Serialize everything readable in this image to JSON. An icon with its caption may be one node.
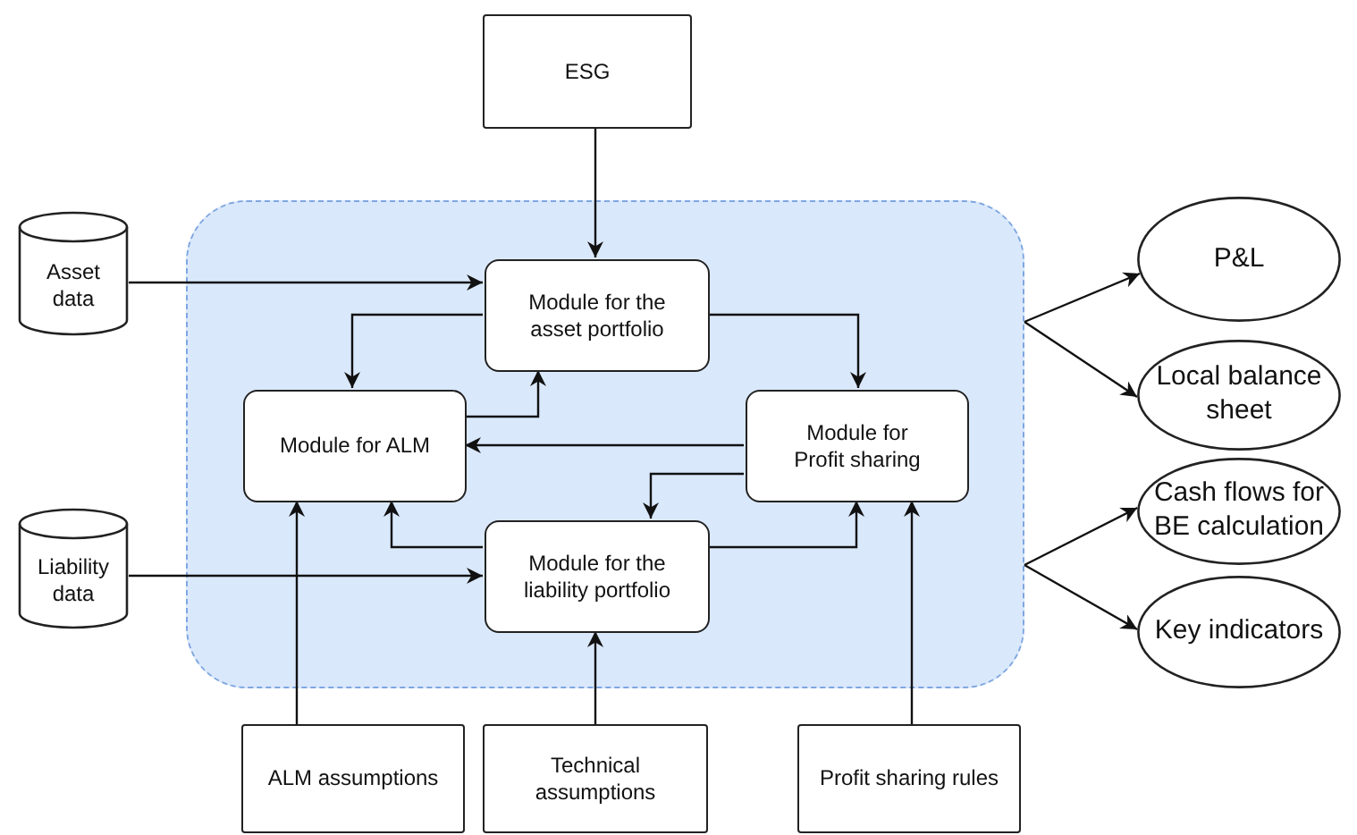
{
  "diagram": {
    "nodes": [
      {
        "text": [
          "ESG"
        ]
      },
      {
        "text": [
          "Asset data"
        ]
      },
      {
        "text": [
          "Liability data"
        ]
      },
      {
        "text": [],
        "shape": "box"
      },
      {
        "text": [
          "Module for the asset portfolio"
        ],
        "in": 3
      },
      {
        "text": [
          "Module for ALM"
        ],
        "in": 3
      },
      {
        "text": [
          "Module for Profit sharing"
        ],
        "in": 3
      },
      {
        "text": [
          "Module for the liability portfolio"
        ],
        "in": 3
      },
      {
        "text": [
          "ALM assumptions"
        ]
      },
      {
        "text": [
          "Technical assumptions"
        ]
      },
      {
        "text": [
          "Profit sharing rules"
        ]
      },
      {
        "text": [
          "P&L"
        ]
      },
      {
        "text": [
          "Local balance sheet"
        ]
      },
      {
        "text": [
          "Cash flows for BE calculation"
        ]
      },
      {
        "text": [
          "Key indicators"
        ]
      }
    ],
    "edges": [
      {
        "from": 0,
        "to": 4,
        "arrow": "to"
      },
      {
        "from": 1,
        "to": 4,
        "arrow": "to"
      },
      {
        "from": 2,
        "to": 7,
        "arrow": "to"
      },
      {
        "from": 4,
        "to": 5,
        "arrow": "to"
      },
      {
        "from": 5,
        "to": 4,
        "arrow": "to"
      },
      {
        "from": 4,
        "to": 6,
        "arrow": "to"
      },
      {
        "from": 6,
        "to": 5,
        "arrow": "to"
      },
      {
        "from": 6,
        "to": 7,
        "arrow": "to"
      },
      {
        "from": 7,
        "to": 5,
        "arrow": "to"
      },
      {
        "from": 7,
        "to": 6,
        "arrow": "to"
      },
      {
        "from": 8,
        "to": 5,
        "arrow": "to"
      },
      {
        "from": 9,
        "to": 7,
        "arrow": "to"
      },
      {
        "from": 10,
        "to": 6,
        "arrow": "to"
      },
      {
        "from": 3,
        "to": 11,
        "arrow": "to"
      },
      {
        "from": 3,
        "to": 12,
        "arrow": "to"
      },
      {
        "from": 3,
        "to": 13,
        "arrow": "to"
      },
      {
        "from": 3,
        "to": 14,
        "arrow": "to"
      }
    ]
  }
}
